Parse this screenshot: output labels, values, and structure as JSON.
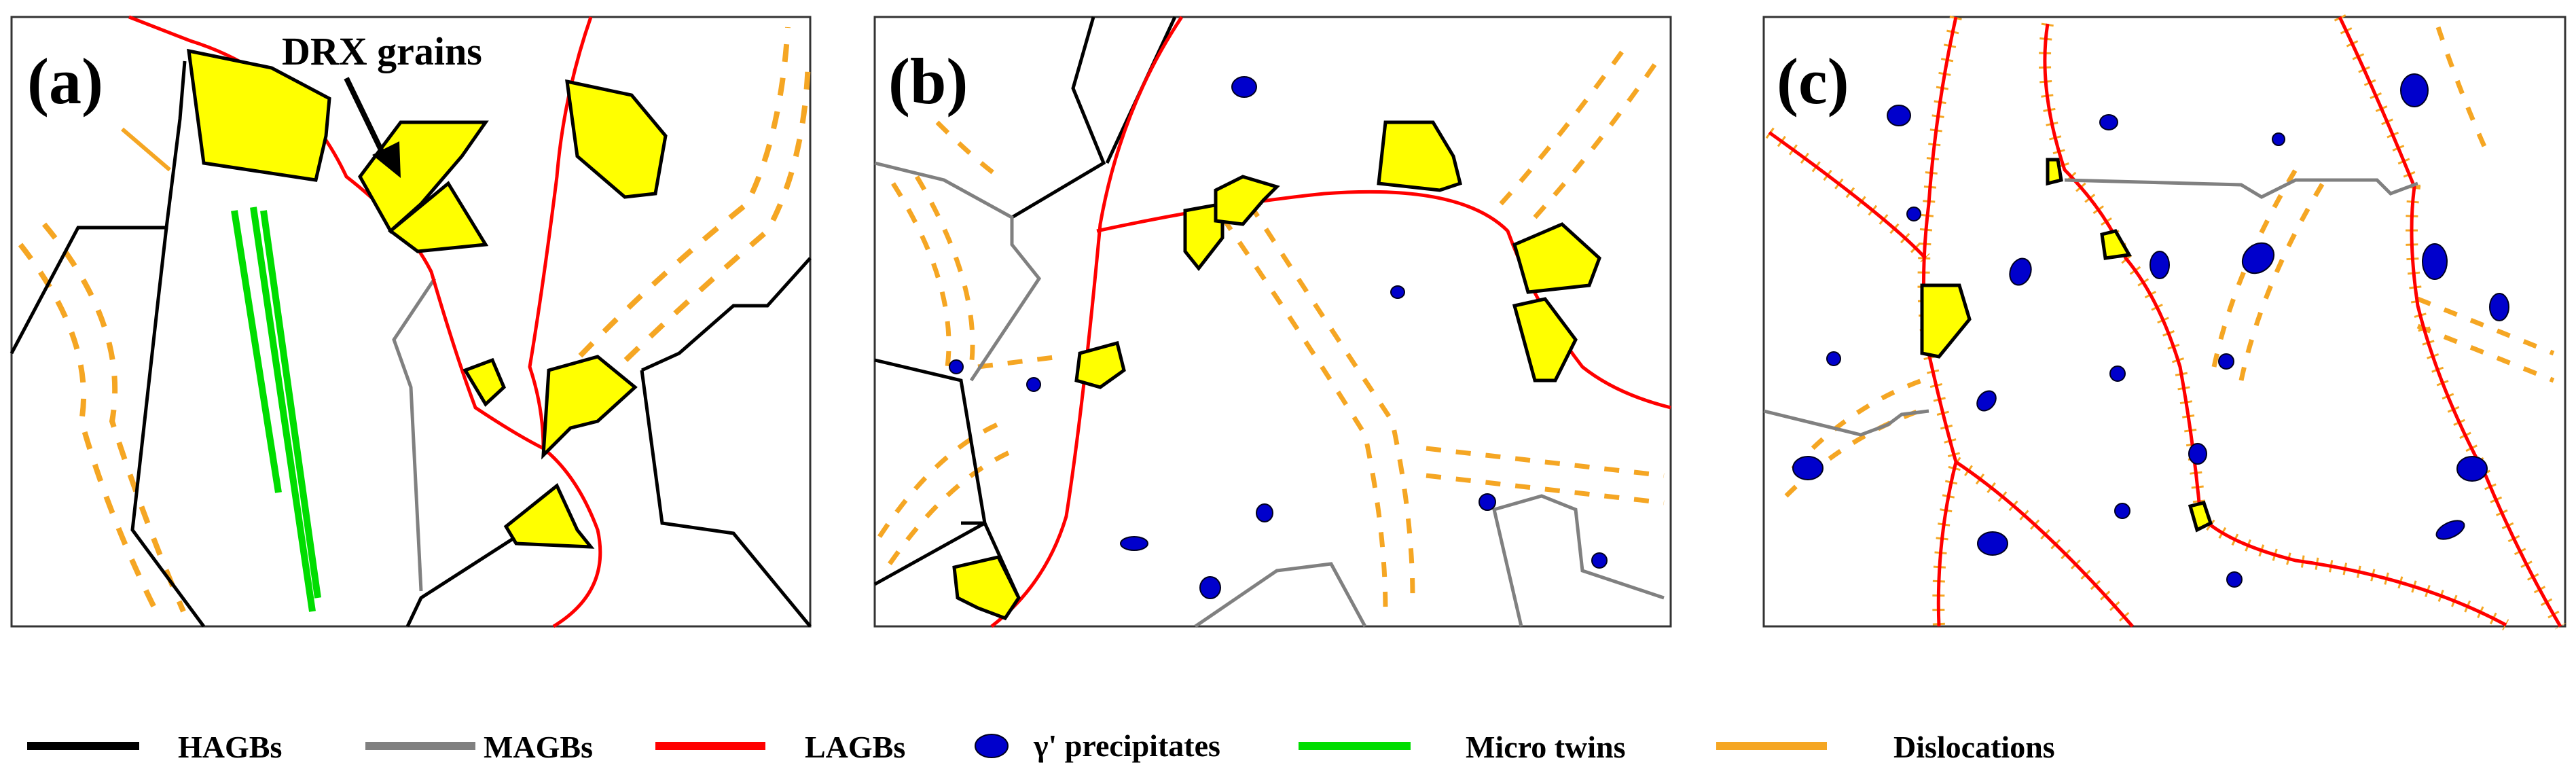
{
  "panels": [
    {
      "label": "(a)"
    },
    {
      "label": "(b)"
    },
    {
      "label": "(c)"
    }
  ],
  "annotation": {
    "text": "DRX grains"
  },
  "legend": [
    {
      "name": "HAGBs",
      "color": "#000000",
      "symbol": "line"
    },
    {
      "name": "MAGBs",
      "color": "#808080",
      "symbol": "line"
    },
    {
      "name": "LAGBs",
      "color": "#ff0000",
      "symbol": "line"
    },
    {
      "name": "γ' precipitates",
      "color": "#0000cc",
      "symbol": "ellipse"
    },
    {
      "name": "Micro twins",
      "color": "#00dd00",
      "symbol": "line"
    },
    {
      "name": "Dislocations",
      "color": "#f5a623",
      "symbol": "line"
    }
  ],
  "colors": {
    "drx_fill": "#ffff00",
    "hagb": "#000000",
    "magb": "#808080",
    "lagb": "#ff0000",
    "precipitate": "#0000cc",
    "twin": "#00dd00",
    "dislocation": "#f5a623"
  }
}
